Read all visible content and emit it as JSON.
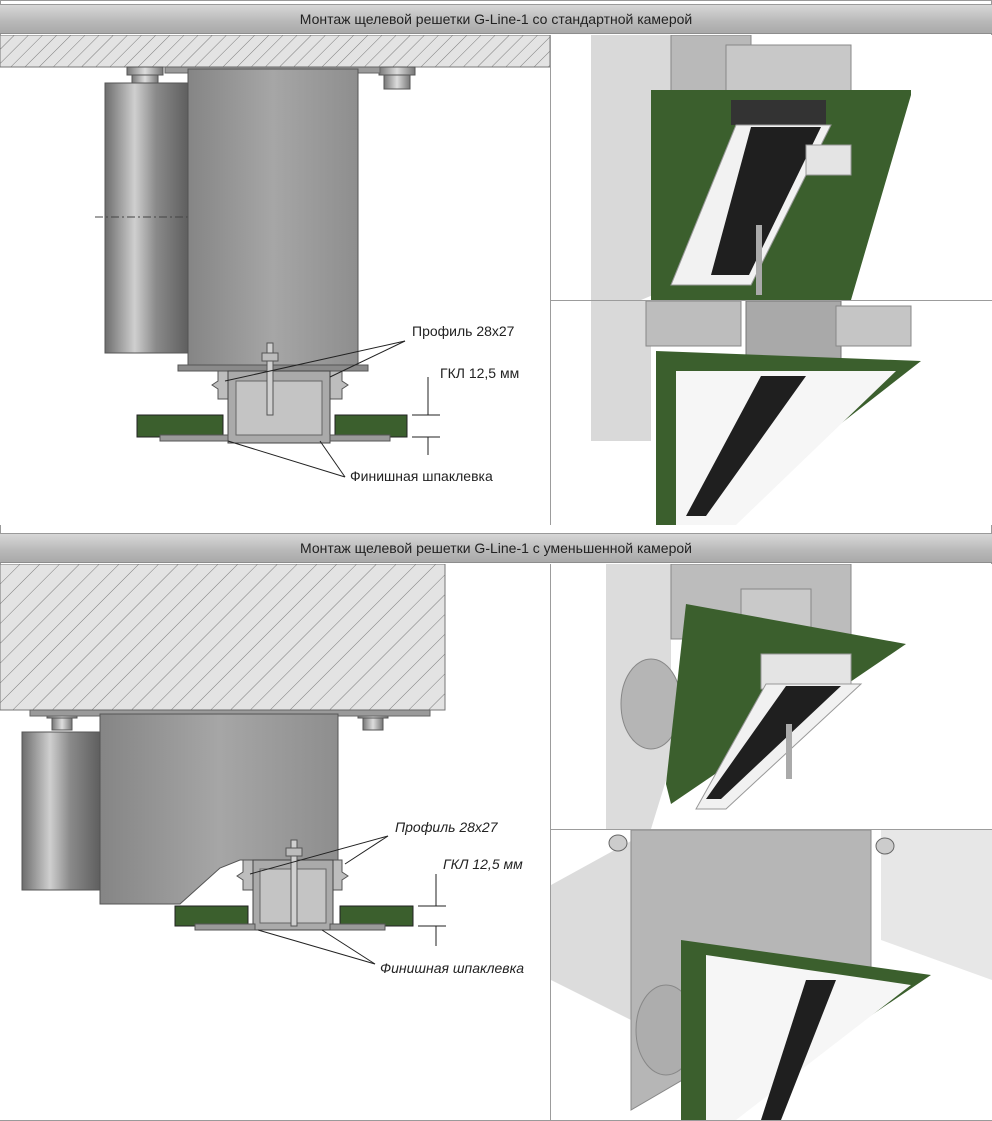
{
  "sections": [
    {
      "title": "Монтаж щелевой решетки G-Line-1 со стандартной камерой",
      "labels": {
        "profile": "Профиль 28x27",
        "gkl": "ГКЛ 12,5 мм",
        "putty": "Финишная шпаклевка"
      }
    },
    {
      "title": "Монтаж щелевой решетки G-Line-1 с уменьшенной камерой",
      "labels": {
        "profile": "Профиль 28x27",
        "gkl": "ГКЛ 12,5 мм",
        "putty": "Финишная шпаклевка"
      }
    }
  ],
  "colors": {
    "header_bg": "#b8b8b8",
    "drywall_green": "#3b5f2d",
    "metal": "#9b9b9b",
    "grille_white": "#f4f4f4"
  }
}
